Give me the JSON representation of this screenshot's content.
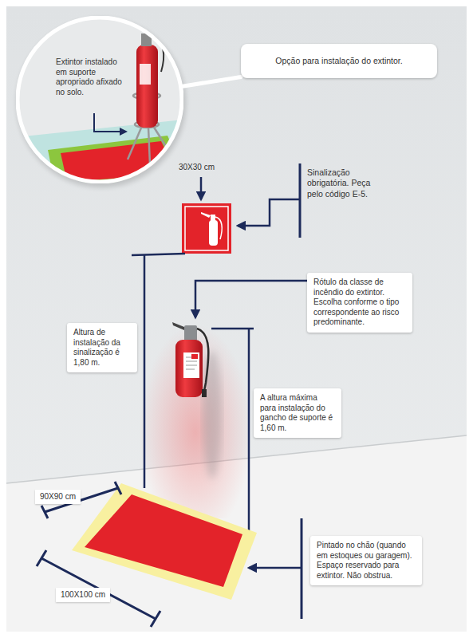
{
  "diagram": {
    "nodes": [
      {
        "text": [
          "Extintor instalado em suporte apropriado afixado no solo."
        ]
      },
      {
        "text": [
          "Opção para instalação do extintor."
        ]
      },
      {
        "text": [
          "Sinalização obrigatória. Peça pelo código E-5."
        ]
      },
      {
        "text": [
          "Rótulo da classe de incêndio do extintor. Escolha conforme o tipo correspondente ao risco predominante."
        ]
      },
      {
        "text": [
          "Altura de instalação da sinalização é 1,80 m."
        ]
      },
      {
        "text": [
          "A altura máxima para instalação do gancho de suporte é 1,60 m."
        ]
      },
      {
        "text": [
          "Pintado no chão (quando em estoques ou garagem). Espaço reservado para extintor. Não obstrua."
        ]
      }
    ],
    "edges": [
      {
        "from": 1,
        "to": 0,
        "arrow": "none"
      }
    ],
    "labels": [
      "30X30 cm",
      "90X90 cm",
      "100X100 cm"
    ]
  }
}
